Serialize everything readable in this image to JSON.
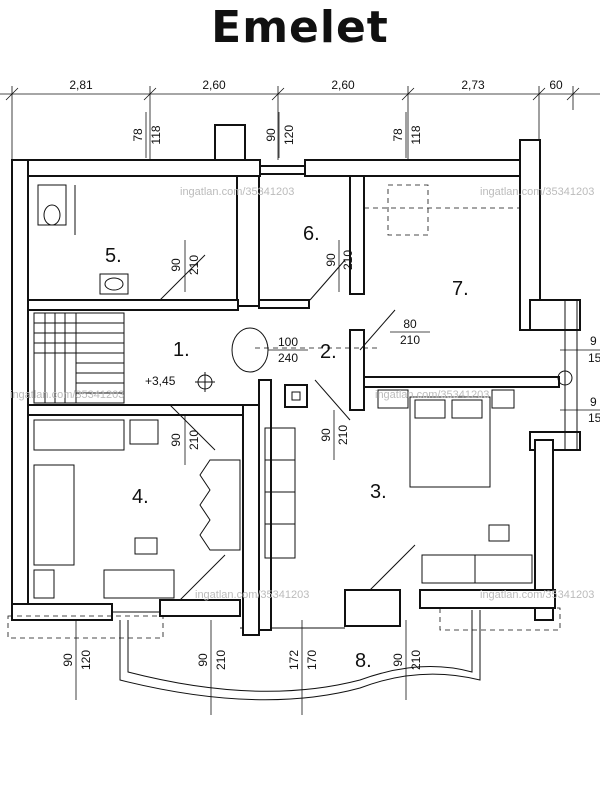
{
  "title": "Emelet",
  "top_dimensions": [
    "2,81",
    "2,60",
    "2,60",
    "2,73",
    "60"
  ],
  "rooms": [
    "1.",
    "2.",
    "3.",
    "4.",
    "5.",
    "6.",
    "7.",
    "8."
  ],
  "level": "+3,45",
  "openings": {
    "w5_top": "78",
    "w5_bot": "118",
    "w6_top": "90",
    "w6_bot": "120",
    "w7_top": "78",
    "w7_bot": "118",
    "d5_top": "90",
    "d5_bot": "210",
    "d6_top": "90",
    "d6_bot": "210",
    "d1_top": "100",
    "d1_bot": "240",
    "d7_top": "80",
    "d7_bot": "210",
    "d4_top": "90",
    "d4_bot": "210",
    "d3_top": "90",
    "d3_bot": "210",
    "r1_top": "9",
    "r1_bot": "15",
    "r2_top": "9",
    "r2_bot": "15",
    "b1_top": "90",
    "b1_bot": "120",
    "b2_top": "90",
    "b2_bot": "210",
    "b3_top": "172",
    "b3_bot": "170",
    "b4_top": "90",
    "b4_bot": "210"
  },
  "watermark": "ingatlan.com/35341203"
}
